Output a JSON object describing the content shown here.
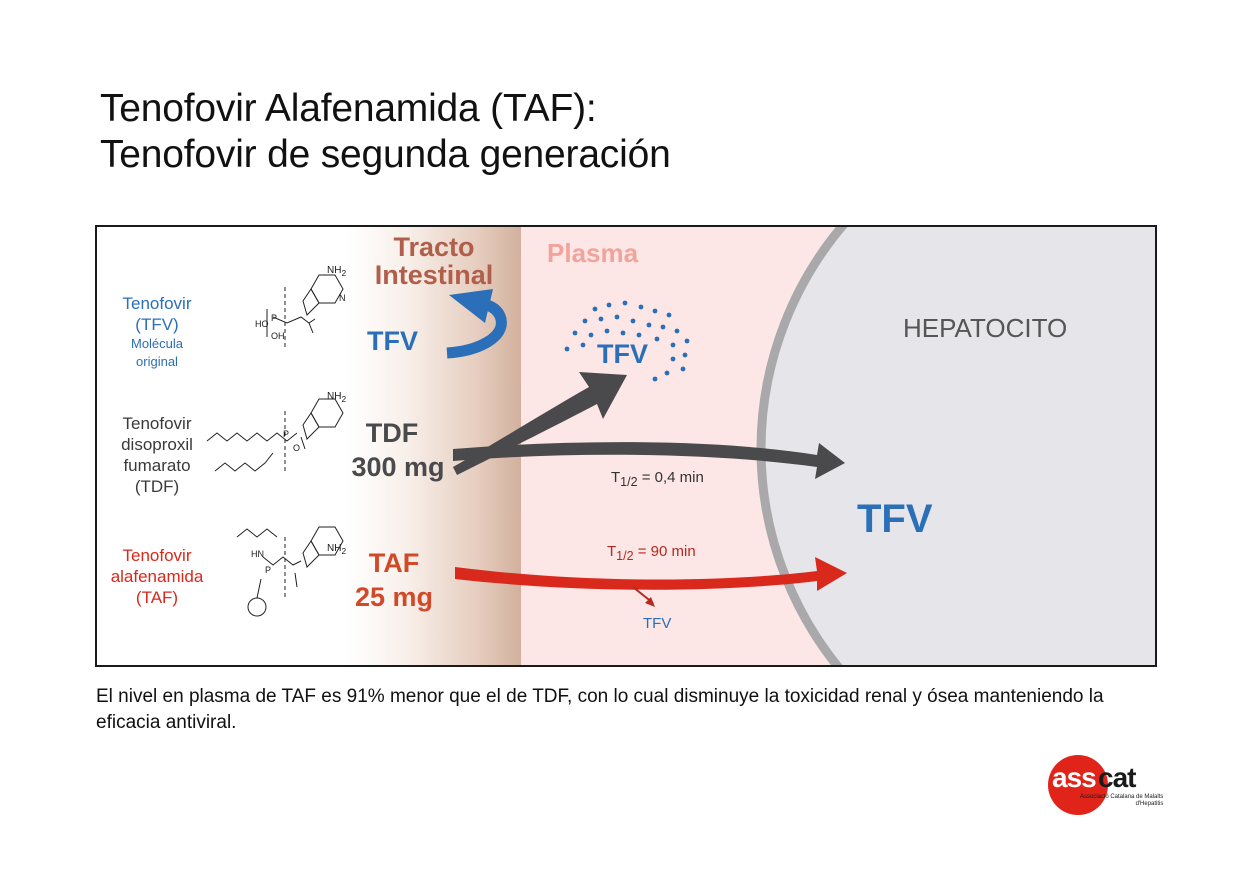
{
  "title": {
    "line1": "Tenofovir Alafenamida (TAF):",
    "line2": "Tenofovir de segunda generación"
  },
  "regions": {
    "tract_line1": "Tracto",
    "tract_line2": "Intestinal",
    "plasma": "Plasma",
    "hepatocyte": "HEPATOCITO"
  },
  "drugs": {
    "tfv": {
      "name_line1": "Tenofovir",
      "name_line2": "(TFV)",
      "sub_line1": "Molécula",
      "sub_line2": "original",
      "tract_label": "TFV"
    },
    "tdf": {
      "name_line1": "Tenofovir",
      "name_line2": "disoproxil",
      "name_line3": "fumarato",
      "name_line4": "(TDF)",
      "tract_label": "TDF",
      "dose": "300 mg"
    },
    "taf": {
      "name_line1": "Tenofovir",
      "name_line2": "alafenamida",
      "name_line3": "(TAF)",
      "tract_label": "TAF",
      "dose": "25 mg"
    }
  },
  "molecule_atoms": {
    "nh2": "NH",
    "nh2_sub": "2",
    "n": "N",
    "ho": "HO",
    "oh": "OH",
    "p": "P",
    "o": "O",
    "hn": "HN"
  },
  "plasma": {
    "cloud_label": "TFV",
    "half_life_tdf_prefix": "T",
    "half_life_sub": "1/2",
    "half_life_tdf_value": "= 0,4 min",
    "half_life_taf_prefix": "T",
    "half_life_taf_value": "= 90 min",
    "taf_release_label": "TFV"
  },
  "hepatocyte_label_tfv": "TFV",
  "caption": "El nivel en plasma de TAF es 91% menor que el de TDF, con lo cual disminuye la toxicidad renal y ósea manteniendo la eficacia antiviral.",
  "logo": {
    "text_part1": "ass",
    "text_part2": "cat",
    "subtitle_line1": "Associació Catalana de Malalts",
    "subtitle_line2": "d'Hepatitis"
  },
  "colors": {
    "blue": "#2a6fb8",
    "red": "#d9281c",
    "gray_arrow": "#4a4a4c",
    "tract_text": "#b0604a",
    "plasma_text": "#f0a49c",
    "plasma_bg": "#fde6e6",
    "hepatocyte_bg": "#e6e6ea",
    "membrane": "#a9a9ab",
    "taf_dose_text": "#d04a2a"
  }
}
